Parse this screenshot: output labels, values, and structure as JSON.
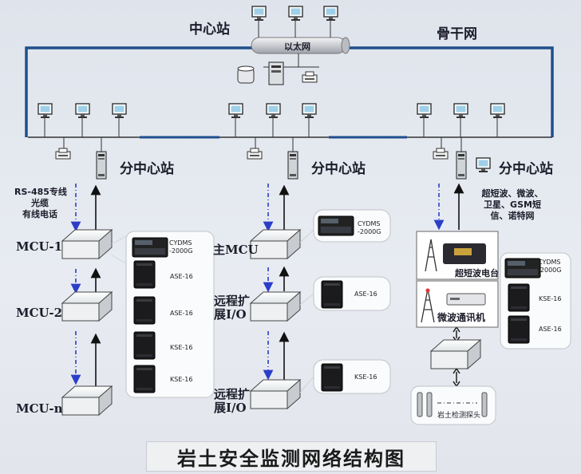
{
  "title": "岩土安全监测网络结构图",
  "labels": {
    "center_station": "中心站",
    "backbone": "骨干网",
    "ethernet": "以太网",
    "sub_station": "分中心站",
    "rs485": "RS-485专线",
    "fiber": "光缆",
    "phone": "有线电话",
    "wireless": "超短波、微波、",
    "wireless2": "卫星、GSM短",
    "wireless3": "信、诺特网",
    "mcu1": "MCU-1",
    "mcu2": "MCU-2",
    "mcun": "MCU-n",
    "main_mcu": "主MCU",
    "remote_io_1": "远程扩",
    "remote_io_2": "展I/O",
    "cydms": "CYDMS",
    "cydms_model": "-2000G",
    "ase16": "ASE-16",
    "kse16": "KSE-16",
    "uhf_station": "超短波电台",
    "microwave": "微波通讯机",
    "sensor": "岩土检测探头"
  },
  "colors": {
    "backbone_line": "#1f4e8c",
    "dashed_arrow": "#2b3ec8",
    "solid_arrow": "#111111"
  }
}
